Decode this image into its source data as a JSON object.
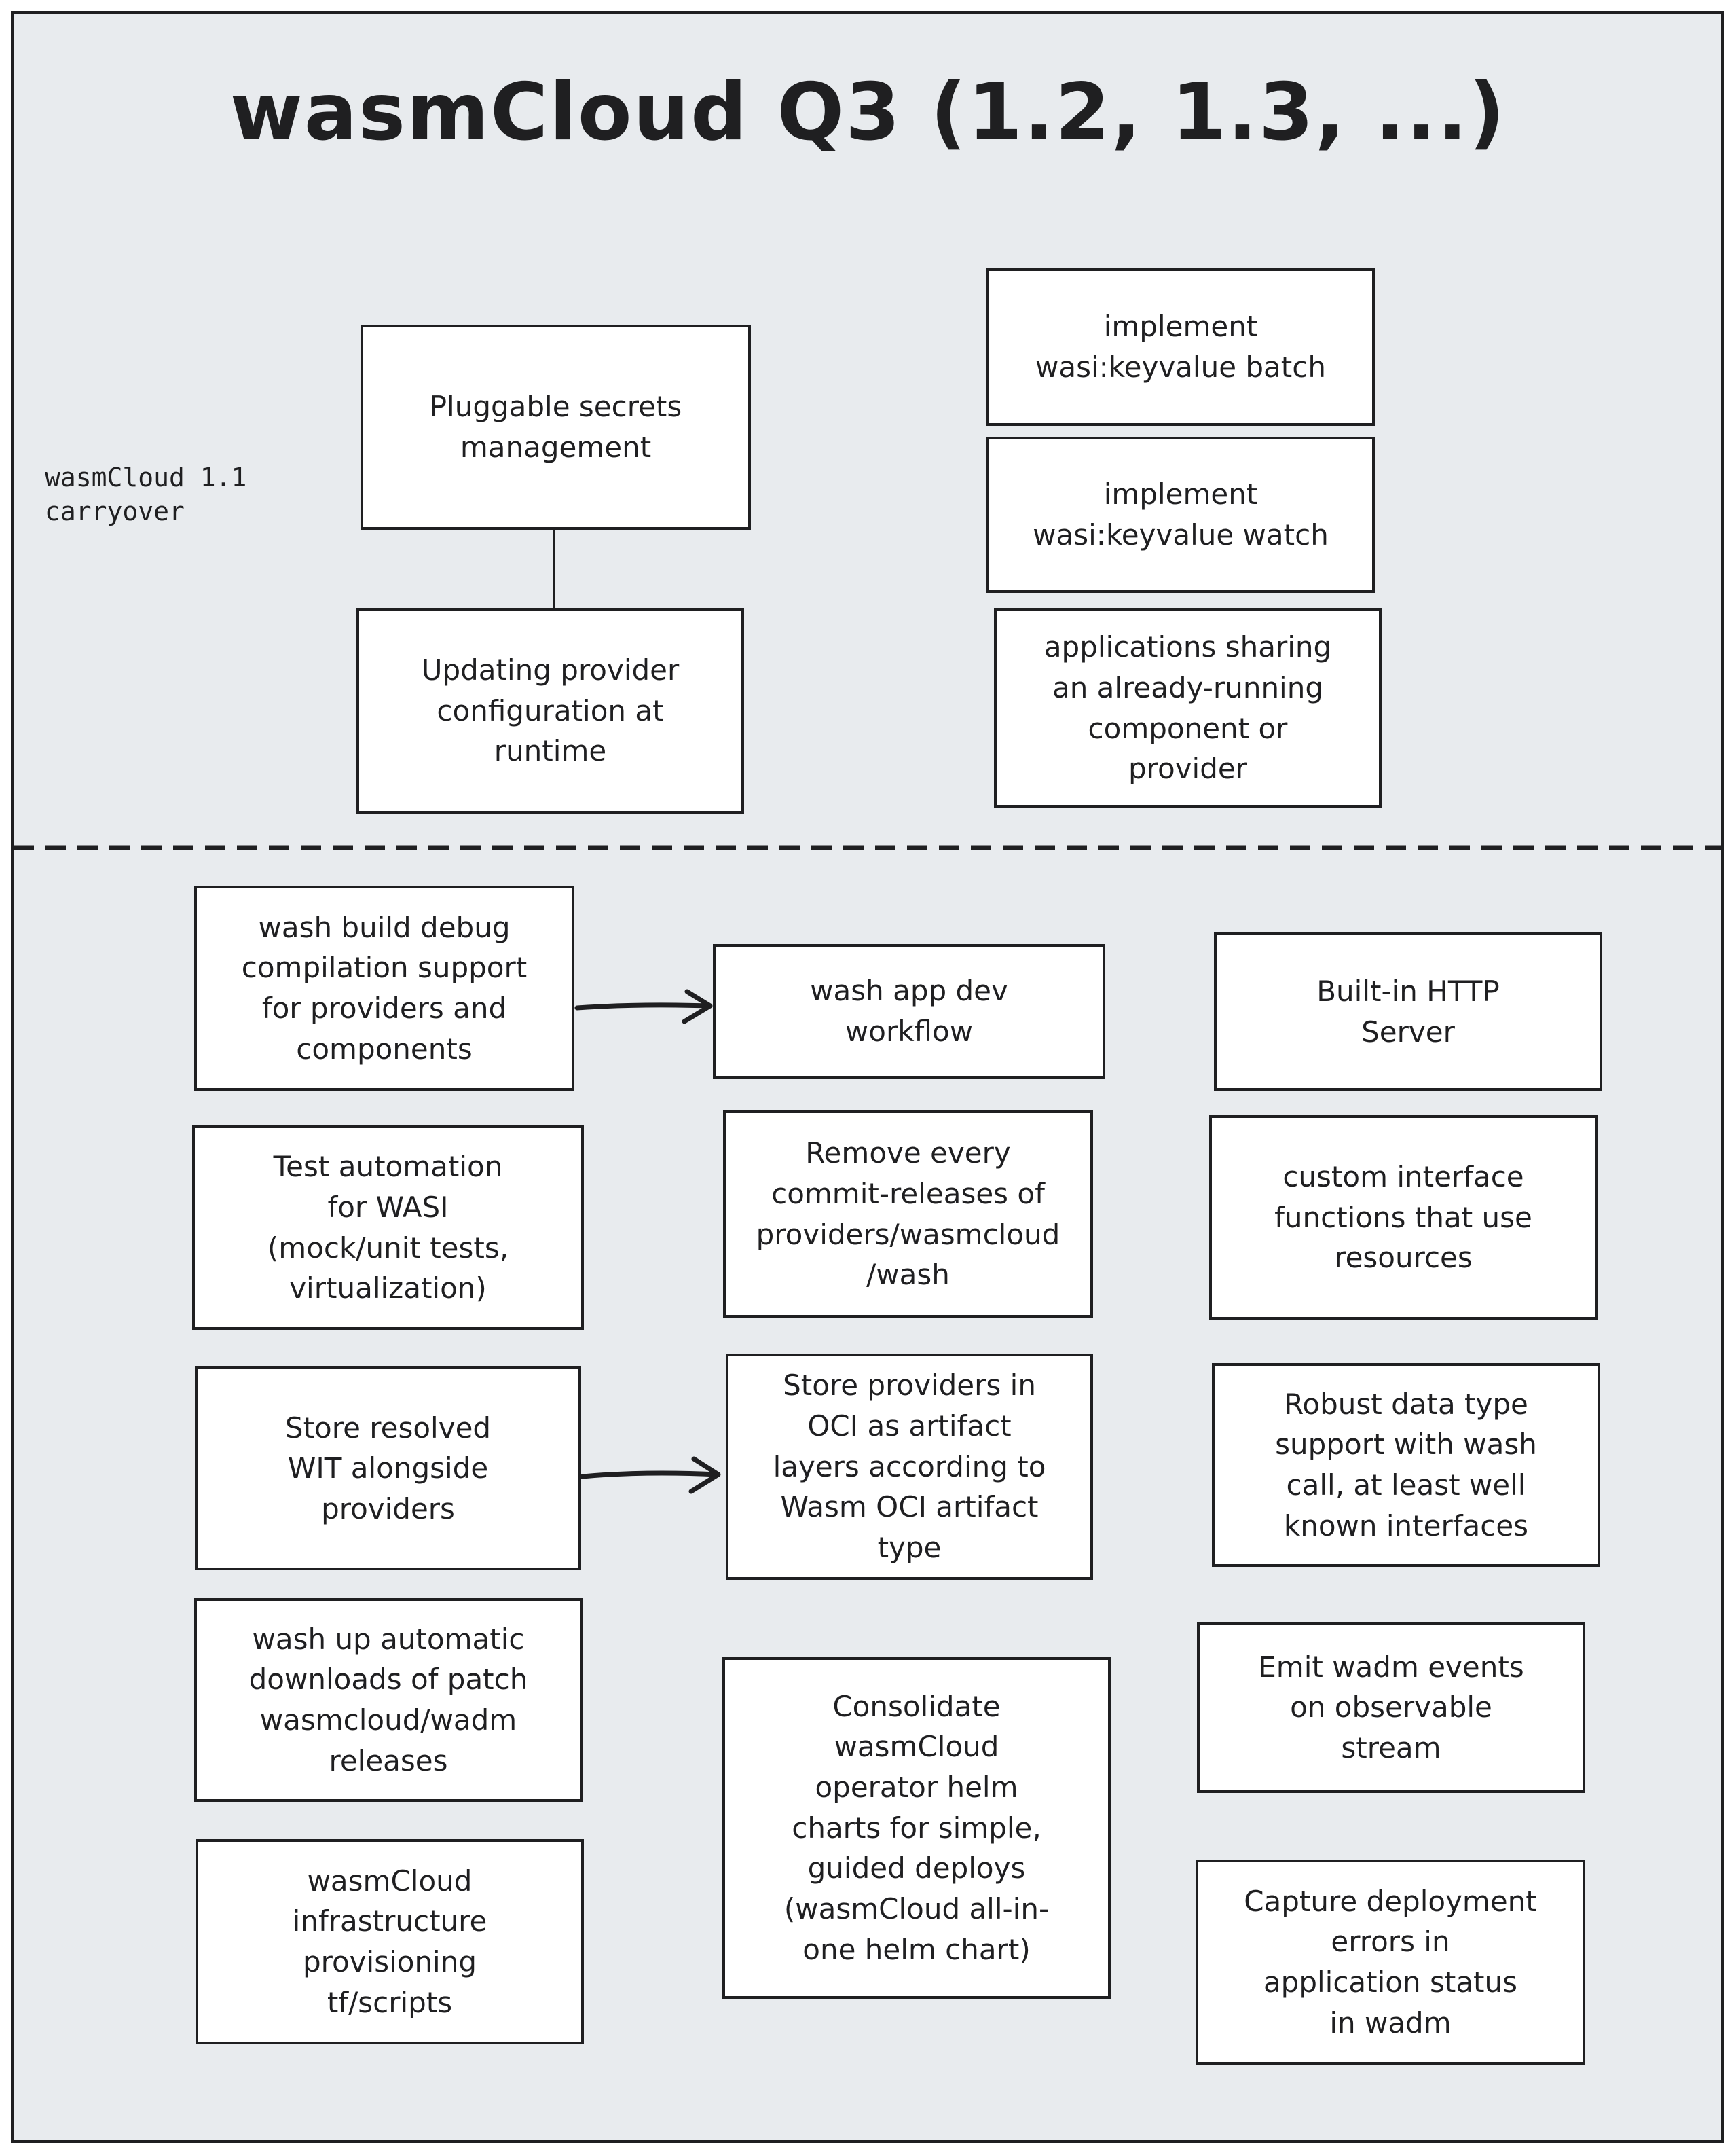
{
  "title": "wasmCloud Q3 (1.2, 1.3, ...)",
  "annotation": {
    "carryover": "wasmCloud 1.1\ncarryover"
  },
  "colors": {
    "canvas_background": "#e8ebee",
    "box_fill": "#ffffff",
    "stroke": "#1f1f21"
  },
  "boxes": {
    "pluggable_secrets": {
      "text": "Pluggable secrets\nmanagement"
    },
    "kv_batch": {
      "text": "implement\nwasi:keyvalue batch"
    },
    "kv_watch": {
      "text": "implement\nwasi:keyvalue watch"
    },
    "provider_config": {
      "text": "Updating provider\nconfiguration at\nruntime"
    },
    "app_sharing": {
      "text": "applications sharing\nan already-running\ncomponent or\nprovider"
    },
    "wash_build": {
      "text": "wash build debug\ncompilation support\nfor providers and\ncomponents"
    },
    "wash_app_dev": {
      "text": "wash app dev\nworkflow"
    },
    "http_server": {
      "text": "Built-in HTTP\nServer"
    },
    "test_automation": {
      "text": "Test automation\nfor WASI\n(mock/unit tests,\nvirtualization)"
    },
    "remove_releases": {
      "text": "Remove every\ncommit-releases of\nproviders/wasmcloud\n/wash"
    },
    "custom_interface": {
      "text": "custom interface\nfunctions that use\nresources"
    },
    "store_wit": {
      "text": "Store resolved\nWIT alongside\nproviders"
    },
    "store_oci": {
      "text": "Store providers in\nOCI as artifact\nlayers according to\nWasm OCI artifact\ntype"
    },
    "robust_types": {
      "text": "Robust data type\nsupport with wash\ncall, at least well\nknown interfaces"
    },
    "wash_up": {
      "text": "wash up automatic\ndownloads of patch\nwasmcloud/wadm\nreleases"
    },
    "consolidate_helm": {
      "text": "Consolidate\nwasmCloud\noperator helm\ncharts for simple,\nguided deploys\n(wasmCloud all-in-\none helm chart)"
    },
    "emit_events": {
      "text": "Emit wadm events\non observable\nstream"
    },
    "infrastructure": {
      "text": "wasmCloud\ninfrastructure\nprovisioning\ntf/scripts"
    },
    "capture_errors": {
      "text": "Capture deployment\nerrors in\napplication status\nin wadm"
    }
  }
}
